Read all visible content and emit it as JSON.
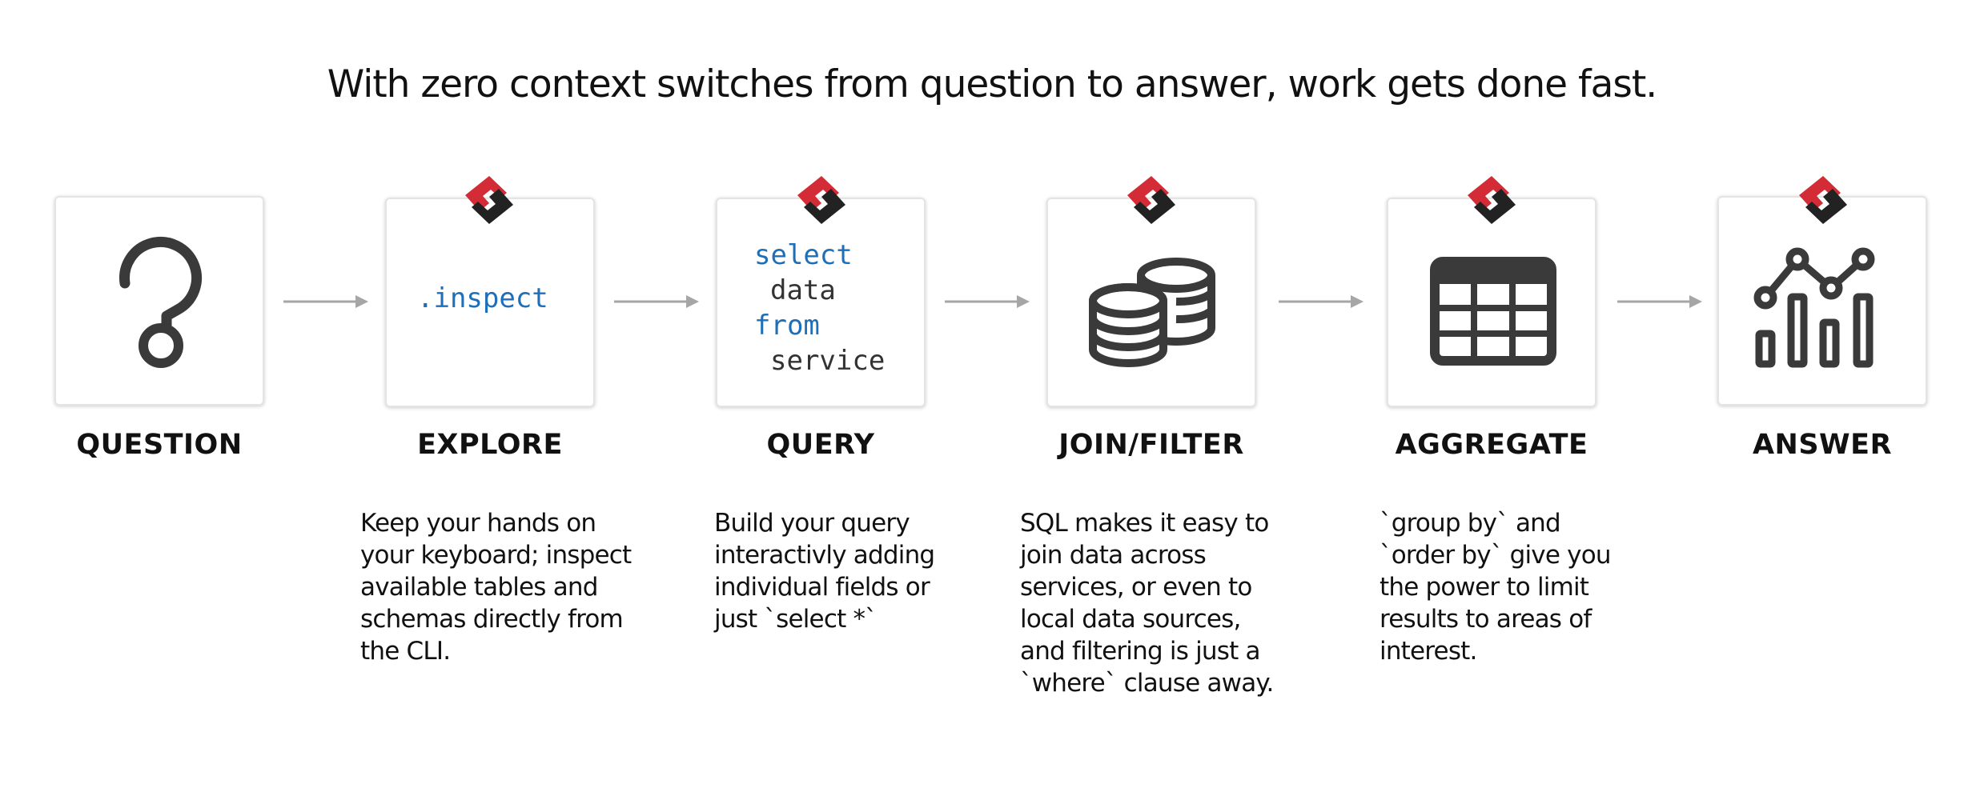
{
  "title": "With zero context switches from question to answer, work gets done fast.",
  "colors": {
    "keyword": "#1f6fb8",
    "text": "#333333",
    "icon": "#3a3a3a",
    "logo_red": "#d42c36",
    "logo_dark": "#222222",
    "arrow": "#a6a6a6"
  },
  "steps": [
    {
      "label": "QUESTION",
      "icon": "question-mark-icon",
      "has_logo": false,
      "description": []
    },
    {
      "label": "EXPLORE",
      "icon": "inspect-command",
      "has_logo": true,
      "code": [
        ".inspect"
      ],
      "description": [
        "Keep your hands on",
        "your keyboard; inspect",
        "available tables and",
        "schemas directly from",
        "the CLI."
      ]
    },
    {
      "label": "QUERY",
      "icon": "sql-query",
      "has_logo": true,
      "code": [
        "select",
        "data",
        "from",
        "service"
      ],
      "description": [
        "Build your query",
        "interactivly adding",
        "individual fields or",
        "just `select *`"
      ]
    },
    {
      "label": "JOIN/FILTER",
      "icon": "database-stack-icon",
      "has_logo": true,
      "description": [
        "SQL makes it easy to",
        "join data across",
        "services, or even to",
        "local data sources,",
        "and filtering is just a",
        "`where` clause away."
      ]
    },
    {
      "label": "AGGREGATE",
      "icon": "table-grid-icon",
      "has_logo": true,
      "description": [
        "`group by` and",
        "`order by` give you",
        "the power to limit",
        "results to areas of",
        "interest."
      ]
    },
    {
      "label": "ANSWER",
      "icon": "chart-icon",
      "has_logo": true,
      "description": []
    }
  ]
}
